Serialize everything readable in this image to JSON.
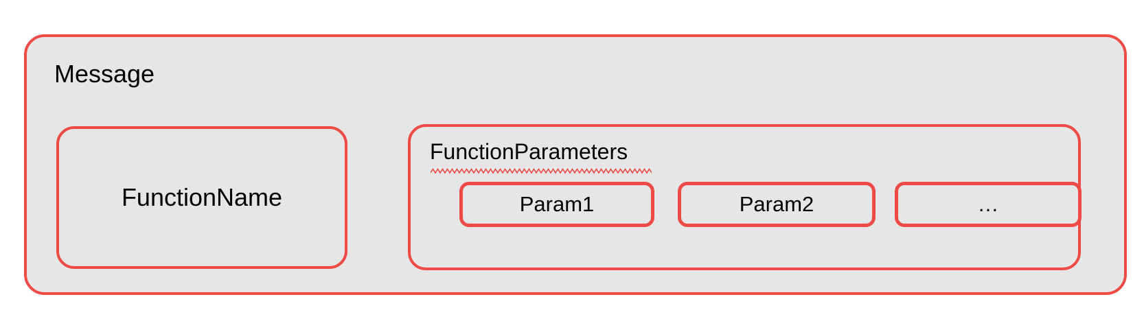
{
  "diagram": {
    "title": "Message",
    "colors": {
      "border": "#ee4a46",
      "fill": "#e6e6e6",
      "text": "#000000",
      "spellcheck_underline": "#ee4a46",
      "page_background": "#ffffff"
    },
    "message_box": {
      "label": "Message",
      "children": {
        "function_name": {
          "label": "FunctionName"
        },
        "function_parameters": {
          "label": "FunctionParameters",
          "has_spellcheck_underline": true,
          "params": [
            {
              "label": "Param1"
            },
            {
              "label": "Param2"
            },
            {
              "label": "…"
            }
          ]
        }
      }
    }
  }
}
